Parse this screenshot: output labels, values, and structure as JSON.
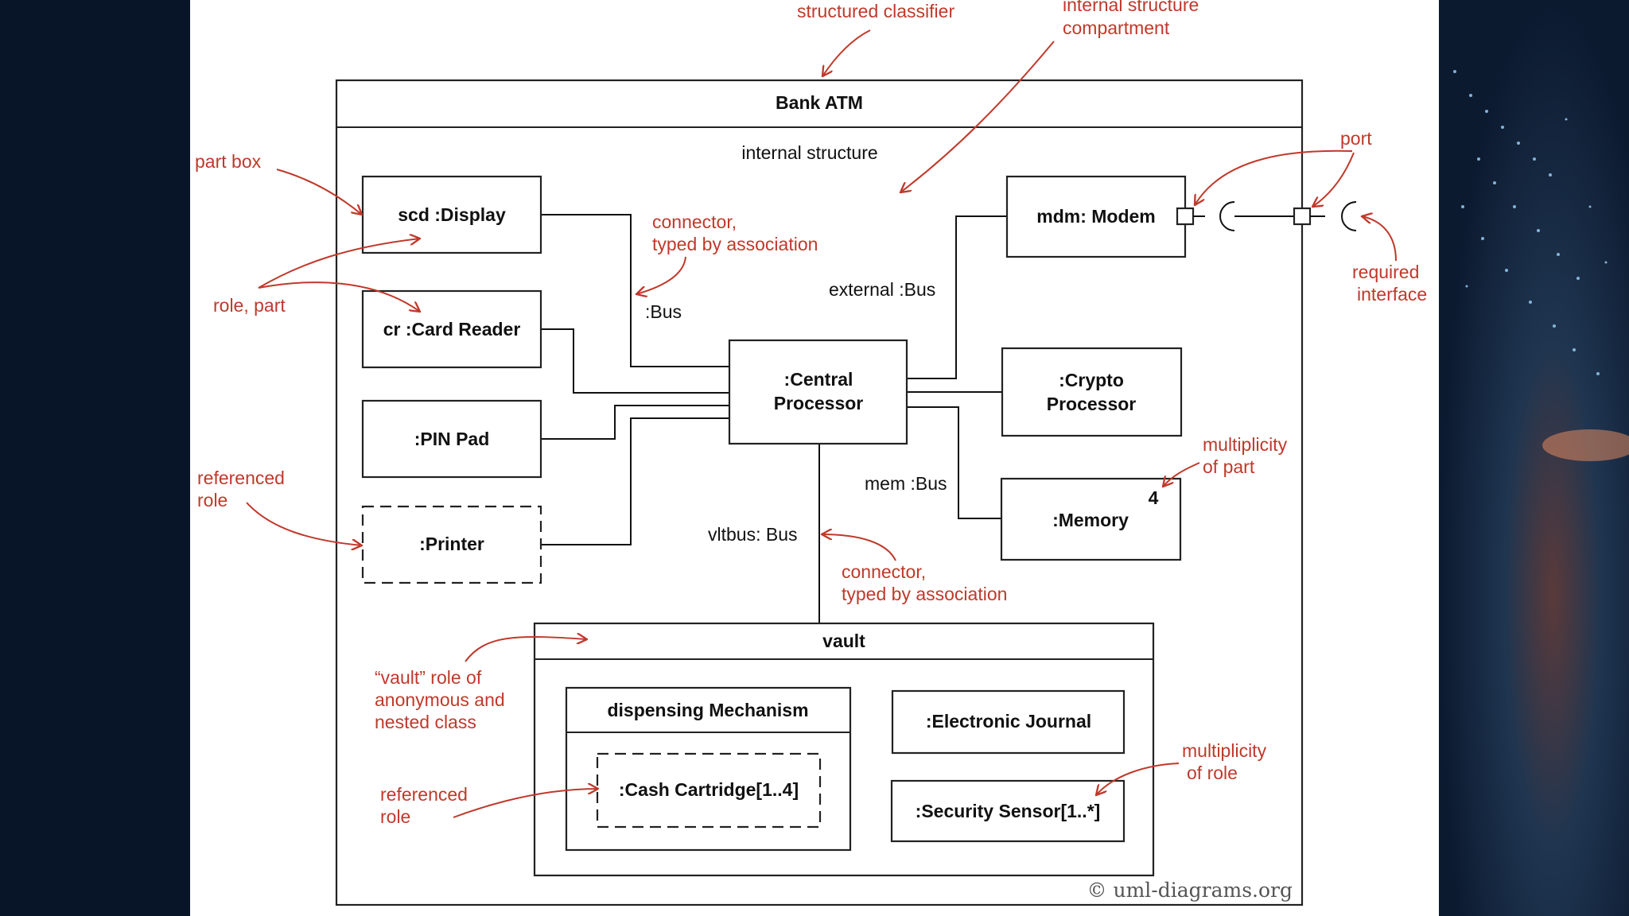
{
  "diagram": {
    "title": "Bank ATM",
    "subtitle": "internal structure",
    "parts": {
      "display": "scd :Display",
      "card_reader": "cr :Card Reader",
      "pin_pad": ":PIN Pad",
      "printer": ":Printer",
      "central_1": ":Central",
      "central_2": "Processor",
      "modem": "mdm: Modem",
      "crypto_1": ":Crypto",
      "crypto_2": "Processor",
      "memory": ":Memory",
      "memory_mult": "4",
      "vault": "vault",
      "dispensing": "dispensing Mechanism",
      "cash": ":Cash Cartridge[1..4]",
      "journal": ":Electronic Journal",
      "security": ":Security Sensor[1..*]"
    },
    "connectors": {
      "bus": ":Bus",
      "external": "external :Bus",
      "mem": "mem :Bus",
      "vltbus": "vltbus: Bus"
    },
    "annotations": {
      "structured_classifier": "structured classifier",
      "isc_1": "internal structure",
      "isc_2": "compartment",
      "part_box": "part box",
      "role_part": "role, part",
      "conn1_1": "connector,",
      "conn1_2": "typed by association",
      "port": "port",
      "req_1": "required",
      "req_2": "interface",
      "mult_part_1": "multiplicity",
      "mult_part_2": "of part",
      "ref_role_1": "referenced",
      "ref_role_2": "role",
      "conn2_1": "connector,",
      "conn2_2": "typed by association",
      "vault_1": "“vault” role of",
      "vault_2": "anonymous and",
      "vault_3": "nested class",
      "ref2_1": "referenced",
      "ref2_2": "role",
      "mult_role_1": "multiplicity",
      "mult_role_2": "of role"
    },
    "copyright": "© uml-diagrams.org",
    "colors": {
      "annotation": "#c0392b",
      "line": "#111111"
    }
  }
}
